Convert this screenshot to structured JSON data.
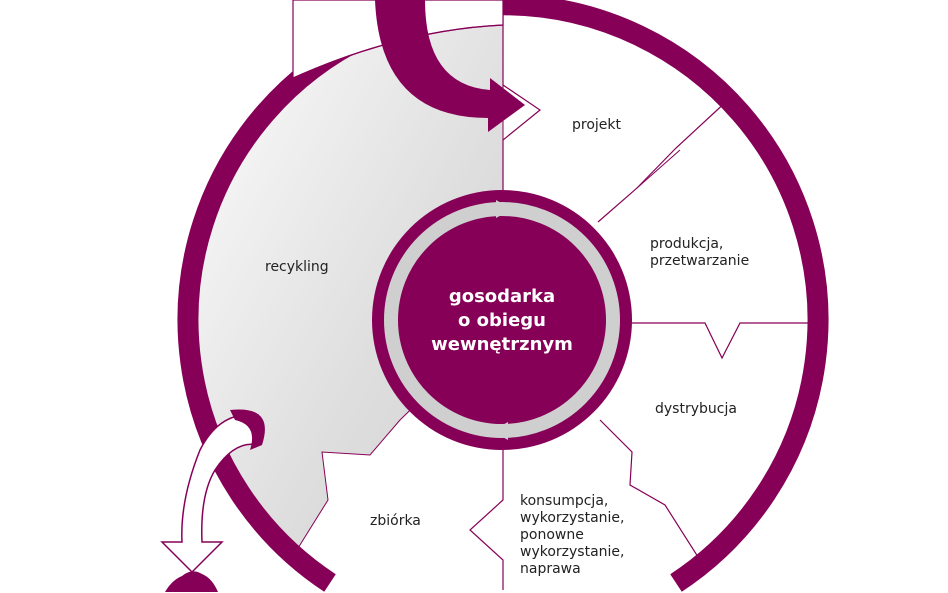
{
  "colors": {
    "accent": "#870057",
    "segment_gray": "#d9d9d9",
    "ring_gray": "#cfcfcf"
  },
  "center": {
    "line1": "gosodarka",
    "line2": "o obiegu",
    "line3": "wewnętrznym"
  },
  "segments": {
    "projekt": "projekt",
    "produkcja_1": "produkcja,",
    "produkcja_2": "przetwarzanie",
    "dystrybucja": "dystrybucja",
    "konsumpcja_1": "konsumpcja,",
    "konsumpcja_2": "wykorzystanie,",
    "konsumpcja_3": "ponowne",
    "konsumpcja_4": "wykorzystanie,",
    "konsumpcja_5": "naprawa",
    "zbiorka": "zbiórka",
    "recykling": "recykling"
  }
}
